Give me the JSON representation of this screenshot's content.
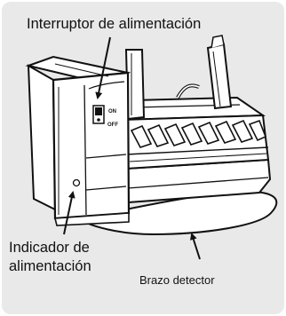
{
  "labels": {
    "power_switch": "Interruptor de alimentación",
    "power_indicator_line1": "Indicador de",
    "power_indicator_line2": "alimentación",
    "detector_arm": "Brazo detector"
  },
  "switch": {
    "on_label": "ON",
    "off_label": "OFF"
  }
}
